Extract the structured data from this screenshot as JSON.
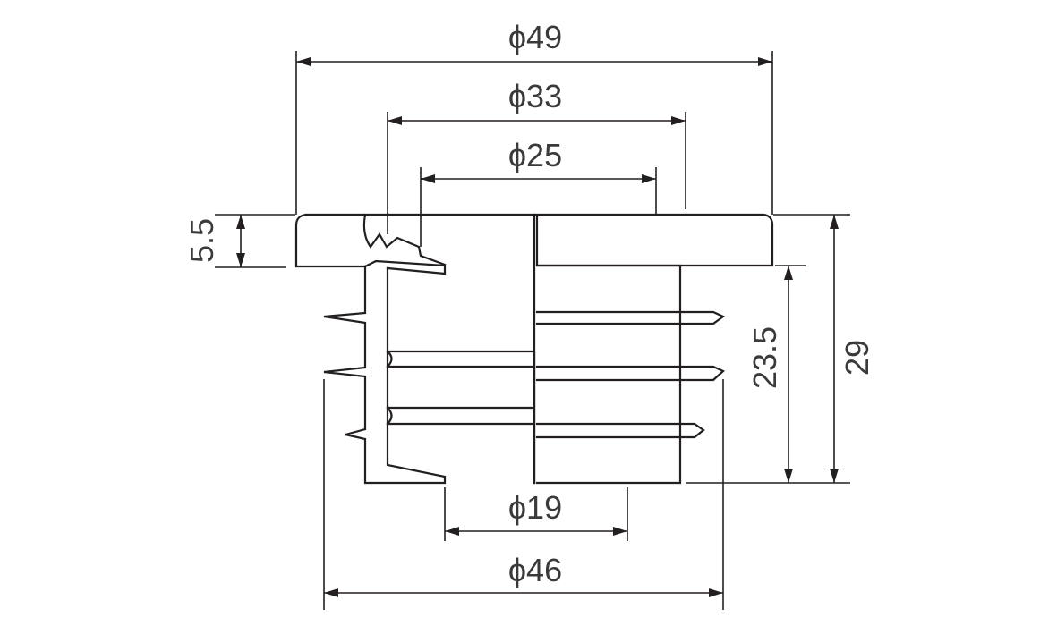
{
  "colors": {
    "line": "#231f20",
    "text": "#3a3a3a",
    "background": "#ffffff"
  },
  "dimensions": {
    "outer_flange_diameter": "ϕ49",
    "inner_diameter_33": "ϕ33",
    "inner_diameter_25": "ϕ25",
    "bottom_bore_diameter": "ϕ19",
    "fin_diameter": "ϕ46",
    "flange_height": "5.5",
    "body_height": "23.5",
    "total_height": "29"
  }
}
